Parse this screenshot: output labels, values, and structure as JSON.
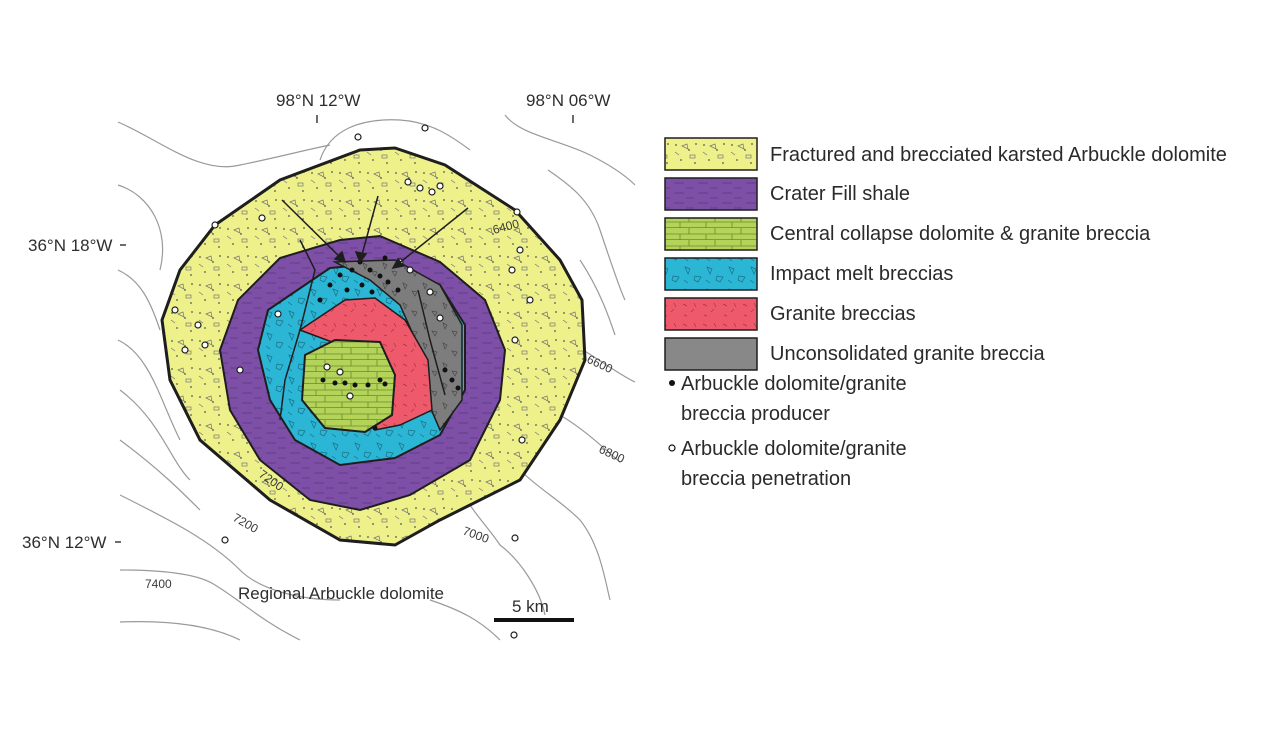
{
  "coords": {
    "lon_west": "98°N 12°W",
    "lon_east": "98°N 06°W",
    "lat_north": "36°N 18°W",
    "lat_south": "36°N 12°W"
  },
  "contours": [
    "6400",
    "6600",
    "6800",
    "7000",
    "7200",
    "7200",
    "7400"
  ],
  "region_label": "Regional Arbuckle dolomite",
  "scale_label": "5 km",
  "colors": {
    "karst_dolomite": "#eef08a",
    "crater_fill_shale": "#7d4fa6",
    "central_collapse": "#b3d35a",
    "impact_melt": "#2bb6d6",
    "granite_breccia": "#ee5a6c",
    "unconsolidated": "#7d7d7d"
  },
  "legend": {
    "items": [
      {
        "label": "Fractured and brecciated karsted Arbuckle dolomite"
      },
      {
        "label": "Crater Fill shale"
      },
      {
        "label": "Central collapse dolomite & granite breccia"
      },
      {
        "label": "Impact melt breccias"
      },
      {
        "label": "Granite breccias"
      },
      {
        "label": "Unconsolidated granite breccia"
      }
    ],
    "producer": [
      "Arbuckle dolomite/granite",
      "breccia producer"
    ],
    "penetration": [
      "Arbuckle dolomite/granite",
      "breccia penetration"
    ]
  }
}
